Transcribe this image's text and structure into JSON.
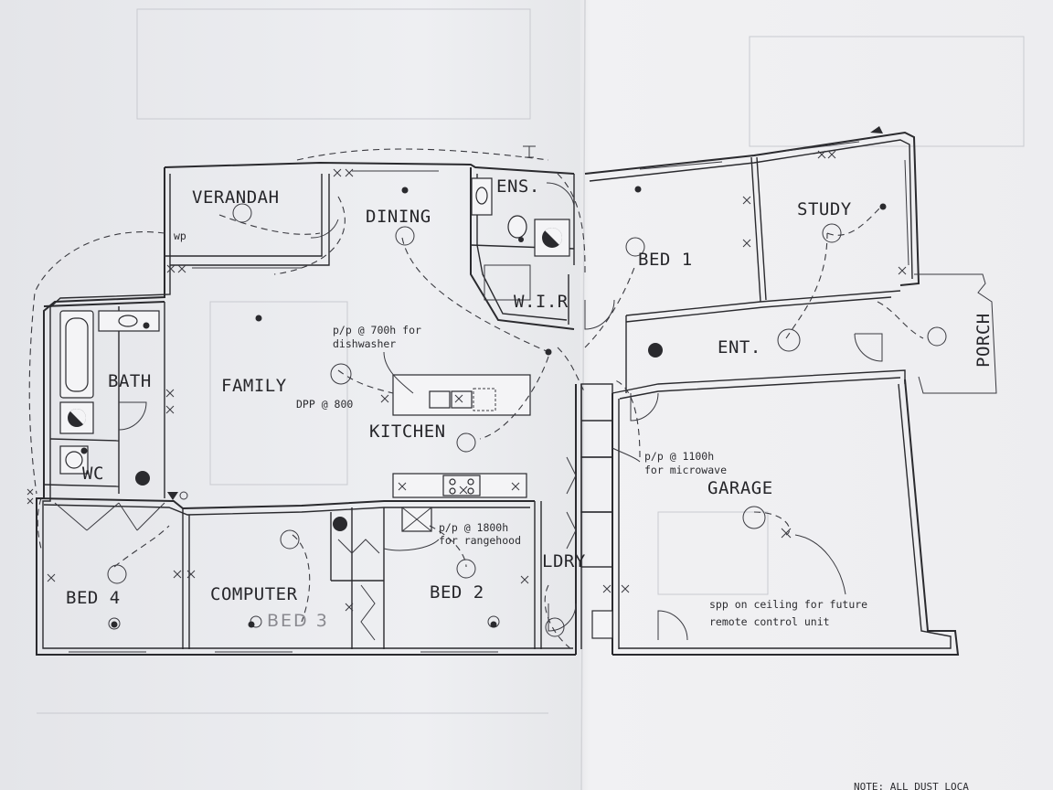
{
  "rooms": {
    "verandah": "VERANDAH",
    "dining": "DINING",
    "ens": "ENS.",
    "bed1": "BED 1",
    "study": "STUDY",
    "wir": "W.I.R",
    "ent": "ENT.",
    "porch": "PORCH",
    "bath": "BATH",
    "family": "FAMILY",
    "kitchen": "KITCHEN",
    "wc": "WC",
    "garage": "GARAGE",
    "bed4": "BED 4",
    "computer": "COMPUTER",
    "bed2": "BED 2",
    "ldry": "LDRY"
  },
  "notes": {
    "dishwasher_line1": "p/p @ 700h for",
    "dishwasher_line2": "dishwasher",
    "dpp": "DPP @ 800",
    "microwave_line1": "p/p @ 1100h",
    "microwave_line2": "for microwave",
    "rangehood_line1": "p/p @ 1800h",
    "rangehood_line2": "for rangehood",
    "spp_line1": "spp on ceiling for future",
    "spp_line2": "remote control unit",
    "wp": "wp",
    "bed3_handwritten": "BED 3",
    "bottom_right": "NOTE: ALL DUST LOCA"
  }
}
